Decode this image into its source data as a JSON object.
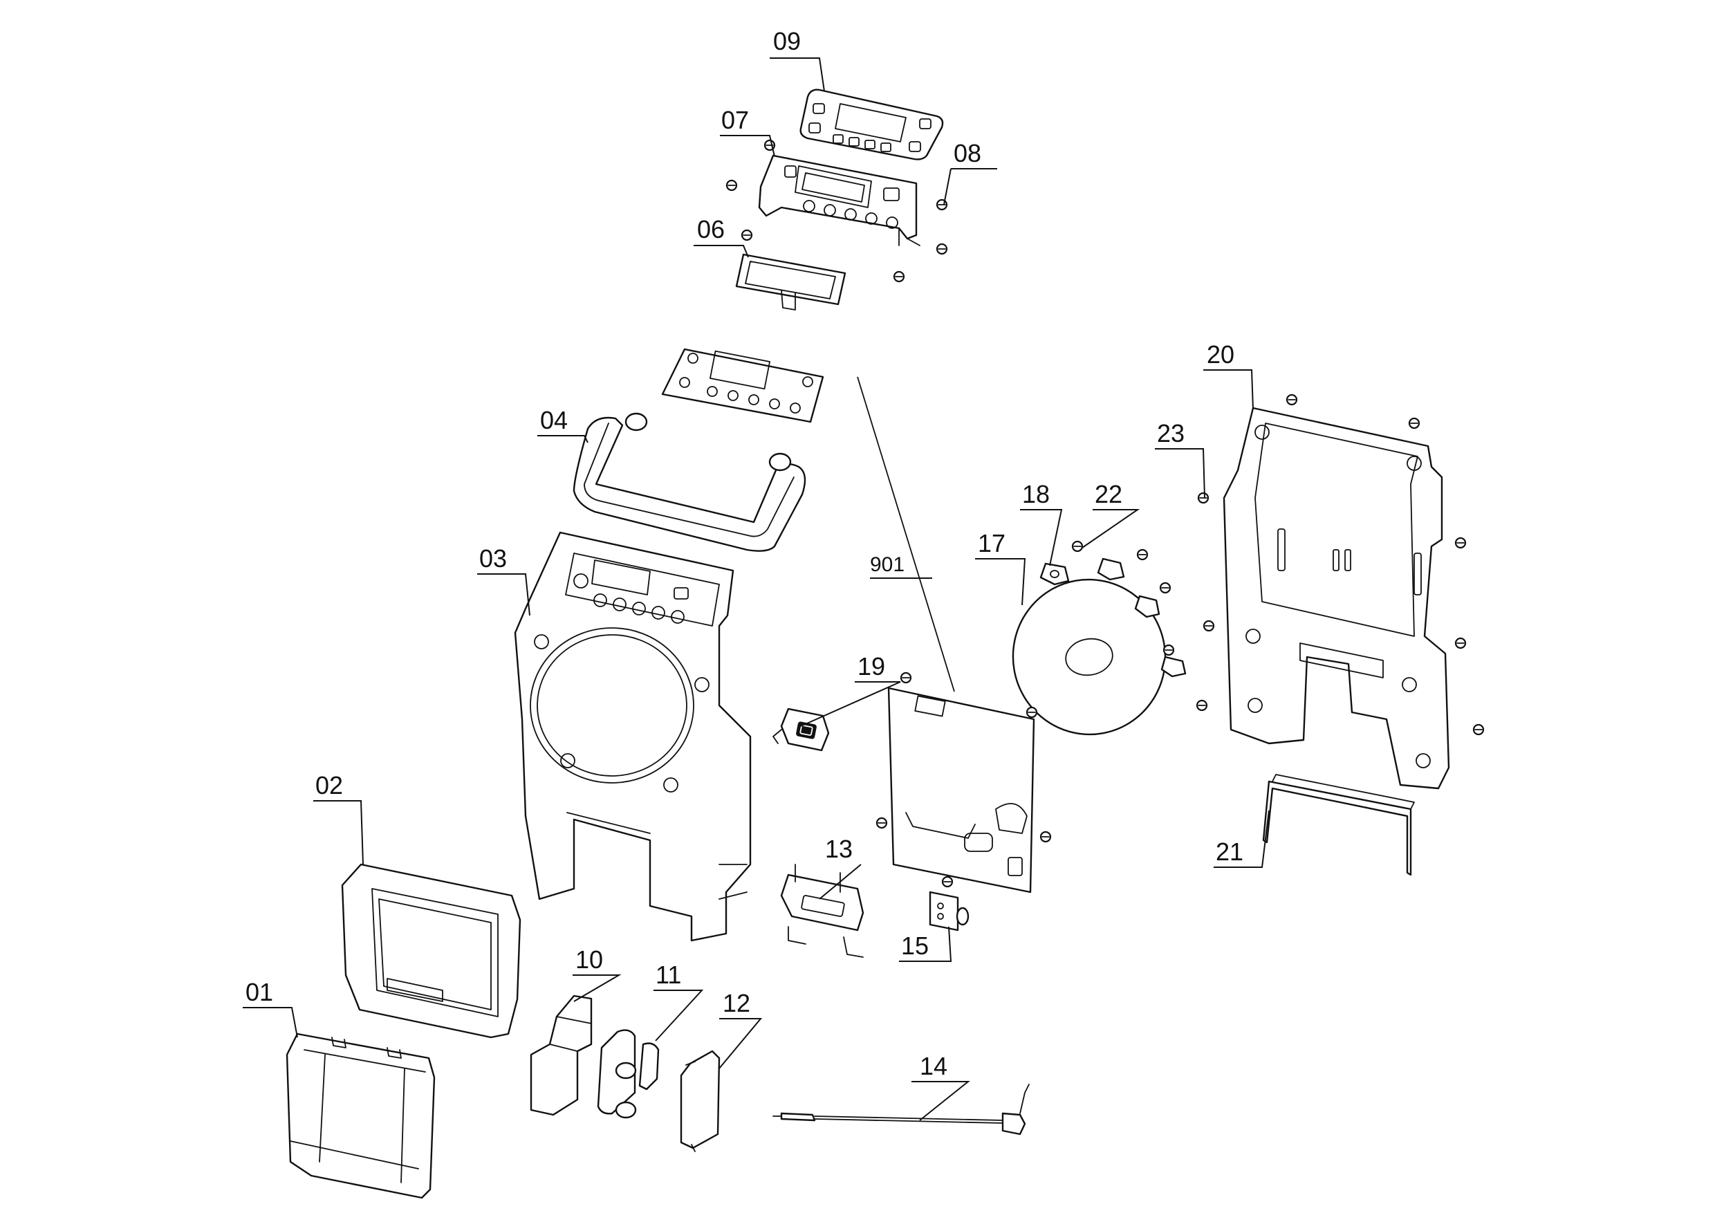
{
  "parts": [
    {
      "id": "01",
      "label": "01"
    },
    {
      "id": "02",
      "label": "02"
    },
    {
      "id": "03",
      "label": "03"
    },
    {
      "id": "04",
      "label": "04"
    },
    {
      "id": "06",
      "label": "06"
    },
    {
      "id": "07",
      "label": "07"
    },
    {
      "id": "08",
      "label": "08"
    },
    {
      "id": "09",
      "label": "09"
    },
    {
      "id": "10",
      "label": "10"
    },
    {
      "id": "11",
      "label": "11"
    },
    {
      "id": "12",
      "label": "12"
    },
    {
      "id": "13",
      "label": "13"
    },
    {
      "id": "14",
      "label": "14"
    },
    {
      "id": "15",
      "label": "15"
    },
    {
      "id": "17",
      "label": "17"
    },
    {
      "id": "18",
      "label": "18"
    },
    {
      "id": "19",
      "label": "19"
    },
    {
      "id": "20",
      "label": "20"
    },
    {
      "id": "21",
      "label": "21"
    },
    {
      "id": "22",
      "label": "22"
    },
    {
      "id": "23",
      "label": "23"
    },
    {
      "id": "901",
      "label": "901"
    }
  ]
}
